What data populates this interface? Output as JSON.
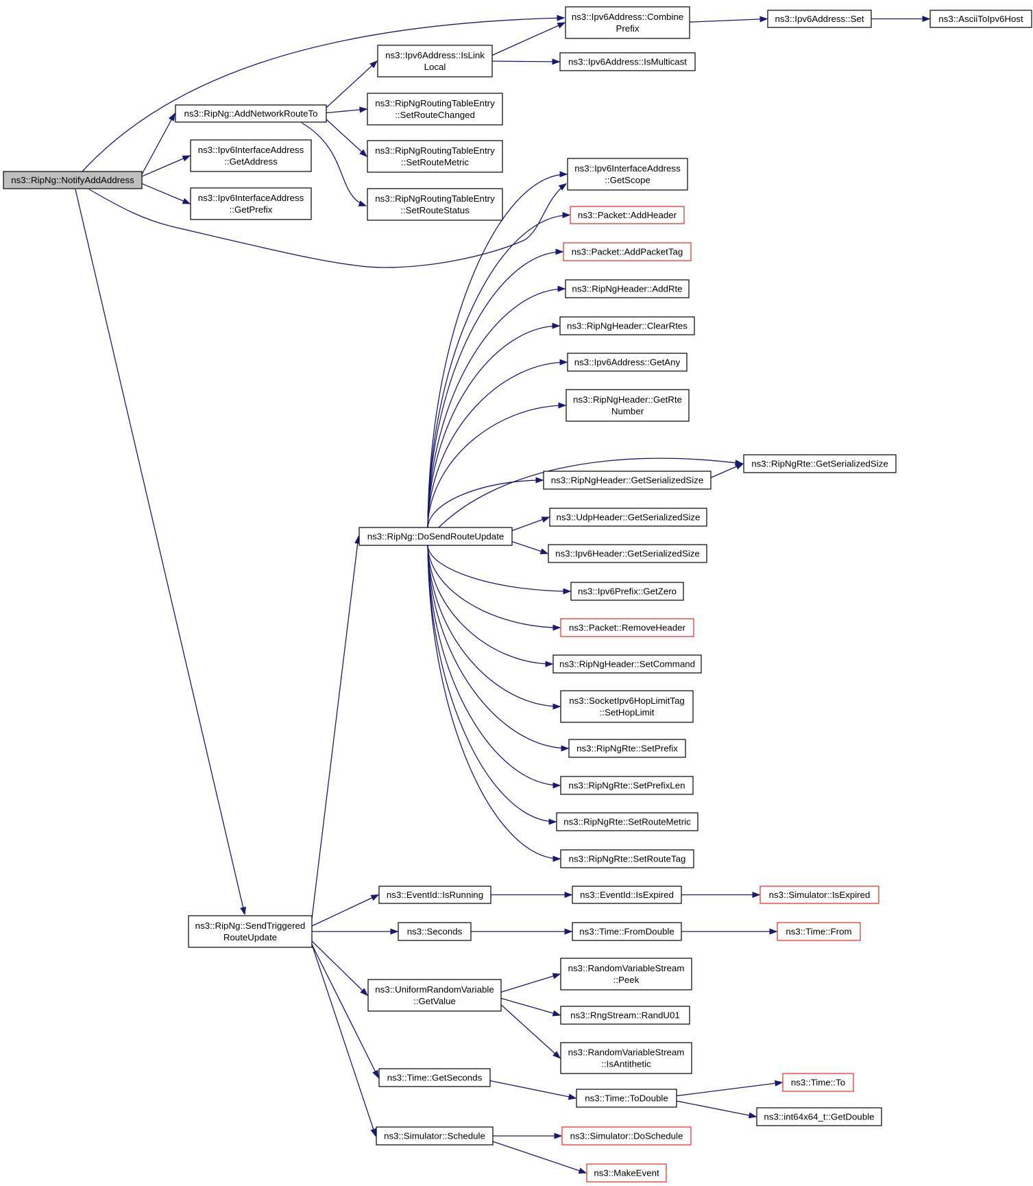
{
  "colors": {
    "edge": "#191970",
    "node_border": "#000000",
    "node_border_truncated": "#e8281c",
    "root_fill": "#bfbfbf",
    "background": "#ffffff"
  },
  "nodes": [
    {
      "id": "notify",
      "lines": [
        "ns3::RipNg::NotifyAddAddress"
      ],
      "style": "root"
    },
    {
      "id": "addnet",
      "lines": [
        "ns3::RipNg::AddNetworkRouteTo"
      ],
      "style": "normal"
    },
    {
      "id": "ifgetaddr",
      "lines": [
        "ns3::Ipv6InterfaceAddress",
        "::GetAddress"
      ],
      "style": "normal"
    },
    {
      "id": "ifgetprefix",
      "lines": [
        "ns3::Ipv6InterfaceAddress",
        "::GetPrefix"
      ],
      "style": "normal"
    },
    {
      "id": "islinklocal",
      "lines": [
        "ns3::Ipv6Address::IsLink",
        "Local"
      ],
      "style": "normal"
    },
    {
      "id": "combine",
      "lines": [
        "ns3::Ipv6Address::Combine",
        "Prefix"
      ],
      "style": "normal"
    },
    {
      "id": "ismulticast",
      "lines": [
        "ns3::Ipv6Address::IsMulticast"
      ],
      "style": "normal"
    },
    {
      "id": "ipv6set",
      "lines": [
        "ns3::Ipv6Address::Set"
      ],
      "style": "normal"
    },
    {
      "id": "ascii",
      "lines": [
        "ns3::AsciiToIpv6Host"
      ],
      "style": "normal"
    },
    {
      "id": "setroutechanged",
      "lines": [
        "ns3::RipNgRoutingTableEntry",
        "::SetRouteChanged"
      ],
      "style": "normal"
    },
    {
      "id": "setroutemetric_e",
      "lines": [
        "ns3::RipNgRoutingTableEntry",
        "::SetRouteMetric"
      ],
      "style": "normal"
    },
    {
      "id": "setroutestatus",
      "lines": [
        "ns3::RipNgRoutingTableEntry",
        "::SetRouteStatus"
      ],
      "style": "normal"
    },
    {
      "id": "getscope",
      "lines": [
        "ns3::Ipv6InterfaceAddress",
        "::GetScope"
      ],
      "style": "normal"
    },
    {
      "id": "addheader",
      "lines": [
        "ns3::Packet::AddHeader"
      ],
      "style": "truncated"
    },
    {
      "id": "addpackettag",
      "lines": [
        "ns3::Packet::AddPacketTag"
      ],
      "style": "truncated"
    },
    {
      "id": "addrte",
      "lines": [
        "ns3::RipNgHeader::AddRte"
      ],
      "style": "normal"
    },
    {
      "id": "clearrtes",
      "lines": [
        "ns3::RipNgHeader::ClearRtes"
      ],
      "style": "normal"
    },
    {
      "id": "getany",
      "lines": [
        "ns3::Ipv6Address::GetAny"
      ],
      "style": "normal"
    },
    {
      "id": "getrtenumber",
      "lines": [
        "ns3::RipNgHeader::GetRte",
        "Number"
      ],
      "style": "normal"
    },
    {
      "id": "rteserial",
      "lines": [
        "ns3::RipNgRte::GetSerializedSize"
      ],
      "style": "normal"
    },
    {
      "id": "hdrserial",
      "lines": [
        "ns3::RipNgHeader::GetSerializedSize"
      ],
      "style": "normal"
    },
    {
      "id": "udpserial",
      "lines": [
        "ns3::UdpHeader::GetSerializedSize"
      ],
      "style": "normal"
    },
    {
      "id": "ipv6serial",
      "lines": [
        "ns3::Ipv6Header::GetSerializedSize"
      ],
      "style": "normal"
    },
    {
      "id": "getzero",
      "lines": [
        "ns3::Ipv6Prefix::GetZero"
      ],
      "style": "normal"
    },
    {
      "id": "removeheader",
      "lines": [
        "ns3::Packet::RemoveHeader"
      ],
      "style": "truncated"
    },
    {
      "id": "setcommand",
      "lines": [
        "ns3::RipNgHeader::SetCommand"
      ],
      "style": "normal"
    },
    {
      "id": "sethoplimit",
      "lines": [
        "ns3::SocketIpv6HopLimitTag",
        "::SetHopLimit"
      ],
      "style": "normal"
    },
    {
      "id": "setprefix",
      "lines": [
        "ns3::RipNgRte::SetPrefix"
      ],
      "style": "normal"
    },
    {
      "id": "setprefixlen",
      "lines": [
        "ns3::RipNgRte::SetPrefixLen"
      ],
      "style": "normal"
    },
    {
      "id": "rtesetmetric",
      "lines": [
        "ns3::RipNgRte::SetRouteMetric"
      ],
      "style": "normal"
    },
    {
      "id": "setroutetag",
      "lines": [
        "ns3::RipNgRte::SetRouteTag"
      ],
      "style": "normal"
    },
    {
      "id": "dosend",
      "lines": [
        "ns3::RipNg::DoSendRouteUpdate"
      ],
      "style": "normal"
    },
    {
      "id": "sendtrig",
      "lines": [
        "ns3::RipNg::SendTriggered",
        "RouteUpdate"
      ],
      "style": "normal"
    },
    {
      "id": "isrunning",
      "lines": [
        "ns3::EventId::IsRunning"
      ],
      "style": "normal"
    },
    {
      "id": "isexpired",
      "lines": [
        "ns3::EventId::IsExpired"
      ],
      "style": "normal"
    },
    {
      "id": "simisexpired",
      "lines": [
        "ns3::Simulator::IsExpired"
      ],
      "style": "truncated"
    },
    {
      "id": "seconds",
      "lines": [
        "ns3::Seconds"
      ],
      "style": "normal"
    },
    {
      "id": "fromdouble",
      "lines": [
        "ns3::Time::FromDouble"
      ],
      "style": "normal"
    },
    {
      "id": "timefrom",
      "lines": [
        "ns3::Time::From"
      ],
      "style": "truncated"
    },
    {
      "id": "uniform",
      "lines": [
        "ns3::UniformRandomVariable",
        "::GetValue"
      ],
      "style": "normal"
    },
    {
      "id": "peek",
      "lines": [
        "ns3::RandomVariableStream",
        "::Peek"
      ],
      "style": "normal"
    },
    {
      "id": "randu01",
      "lines": [
        "ns3::RngStream::RandU01"
      ],
      "style": "normal"
    },
    {
      "id": "isantithetic",
      "lines": [
        "ns3::RandomVariableStream",
        "::IsAntithetic"
      ],
      "style": "normal"
    },
    {
      "id": "getseconds",
      "lines": [
        "ns3::Time::GetSeconds"
      ],
      "style": "normal"
    },
    {
      "id": "todouble",
      "lines": [
        "ns3::Time::ToDouble"
      ],
      "style": "normal"
    },
    {
      "id": "timeto",
      "lines": [
        "ns3::Time::To"
      ],
      "style": "truncated"
    },
    {
      "id": "int64getdouble",
      "lines": [
        "ns3::int64x64_t::GetDouble"
      ],
      "style": "normal"
    },
    {
      "id": "schedule",
      "lines": [
        "ns3::Simulator::Schedule"
      ],
      "style": "normal"
    },
    {
      "id": "doschedule",
      "lines": [
        "ns3::Simulator::DoSchedule"
      ],
      "style": "truncated"
    },
    {
      "id": "makeevent",
      "lines": [
        "ns3::MakeEvent"
      ],
      "style": "truncated"
    }
  ],
  "edges": [
    {
      "from": "notify",
      "to": "combine"
    },
    {
      "from": "notify",
      "to": "addnet"
    },
    {
      "from": "notify",
      "to": "ifgetaddr"
    },
    {
      "from": "notify",
      "to": "ifgetprefix"
    },
    {
      "from": "notify",
      "to": "getscope"
    },
    {
      "from": "notify",
      "to": "sendtrig"
    },
    {
      "from": "addnet",
      "to": "islinklocal"
    },
    {
      "from": "addnet",
      "to": "setroutechanged"
    },
    {
      "from": "addnet",
      "to": "setroutemetric_e"
    },
    {
      "from": "addnet",
      "to": "setroutestatus"
    },
    {
      "from": "islinklocal",
      "to": "combine"
    },
    {
      "from": "islinklocal",
      "to": "ismulticast"
    },
    {
      "from": "combine",
      "to": "ipv6set"
    },
    {
      "from": "ipv6set",
      "to": "ascii"
    },
    {
      "from": "dosend",
      "to": "getscope"
    },
    {
      "from": "dosend",
      "to": "addheader"
    },
    {
      "from": "dosend",
      "to": "addpackettag"
    },
    {
      "from": "dosend",
      "to": "addrte"
    },
    {
      "from": "dosend",
      "to": "clearrtes"
    },
    {
      "from": "dosend",
      "to": "getany"
    },
    {
      "from": "dosend",
      "to": "getrtenumber"
    },
    {
      "from": "dosend",
      "to": "rteserial"
    },
    {
      "from": "dosend",
      "to": "hdrserial"
    },
    {
      "from": "dosend",
      "to": "udpserial"
    },
    {
      "from": "dosend",
      "to": "ipv6serial"
    },
    {
      "from": "dosend",
      "to": "getzero"
    },
    {
      "from": "dosend",
      "to": "removeheader"
    },
    {
      "from": "dosend",
      "to": "setcommand"
    },
    {
      "from": "dosend",
      "to": "sethoplimit"
    },
    {
      "from": "dosend",
      "to": "setprefix"
    },
    {
      "from": "dosend",
      "to": "setprefixlen"
    },
    {
      "from": "dosend",
      "to": "rtesetmetric"
    },
    {
      "from": "dosend",
      "to": "setroutetag"
    },
    {
      "from": "hdrserial",
      "to": "rteserial"
    },
    {
      "from": "sendtrig",
      "to": "dosend"
    },
    {
      "from": "sendtrig",
      "to": "isrunning"
    },
    {
      "from": "sendtrig",
      "to": "seconds"
    },
    {
      "from": "sendtrig",
      "to": "uniform"
    },
    {
      "from": "sendtrig",
      "to": "getseconds"
    },
    {
      "from": "sendtrig",
      "to": "schedule"
    },
    {
      "from": "isrunning",
      "to": "isexpired"
    },
    {
      "from": "isexpired",
      "to": "simisexpired"
    },
    {
      "from": "seconds",
      "to": "fromdouble"
    },
    {
      "from": "fromdouble",
      "to": "timefrom"
    },
    {
      "from": "uniform",
      "to": "peek"
    },
    {
      "from": "uniform",
      "to": "randu01"
    },
    {
      "from": "uniform",
      "to": "isantithetic"
    },
    {
      "from": "getseconds",
      "to": "todouble"
    },
    {
      "from": "todouble",
      "to": "timeto"
    },
    {
      "from": "todouble",
      "to": "int64getdouble"
    },
    {
      "from": "schedule",
      "to": "doschedule"
    },
    {
      "from": "schedule",
      "to": "makeevent"
    }
  ]
}
